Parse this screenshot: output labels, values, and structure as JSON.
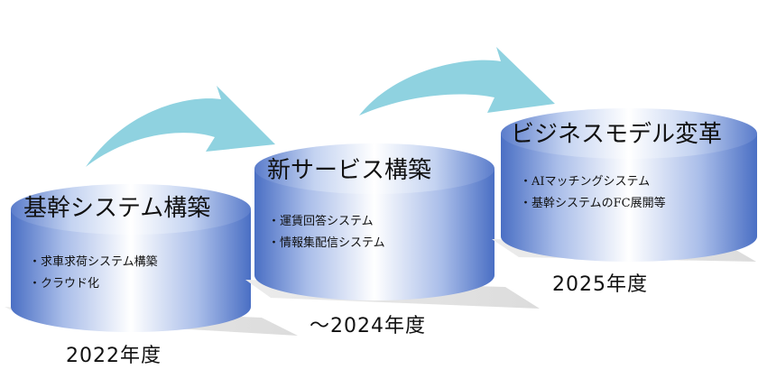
{
  "stages": [
    {
      "title": "基幹システム構築",
      "items": [
        "求車求荷システム構築",
        "クラウド化"
      ],
      "period": "2022年度"
    },
    {
      "title": "新サービス構築",
      "items": [
        "運賃回答システム",
        "情報集配信システム"
      ],
      "period": "～2024年度"
    },
    {
      "title": "ビジネスモデル変革",
      "items": [
        "AIマッチングシステム",
        "基幹システムのFC展開等"
      ],
      "period": "2025年度"
    }
  ],
  "colors": {
    "cylinder_edge": "#4a6fc4",
    "cylinder_center": "#ffffff",
    "arrow": "#8fd2e0",
    "shadow": "#e6e6e6"
  }
}
